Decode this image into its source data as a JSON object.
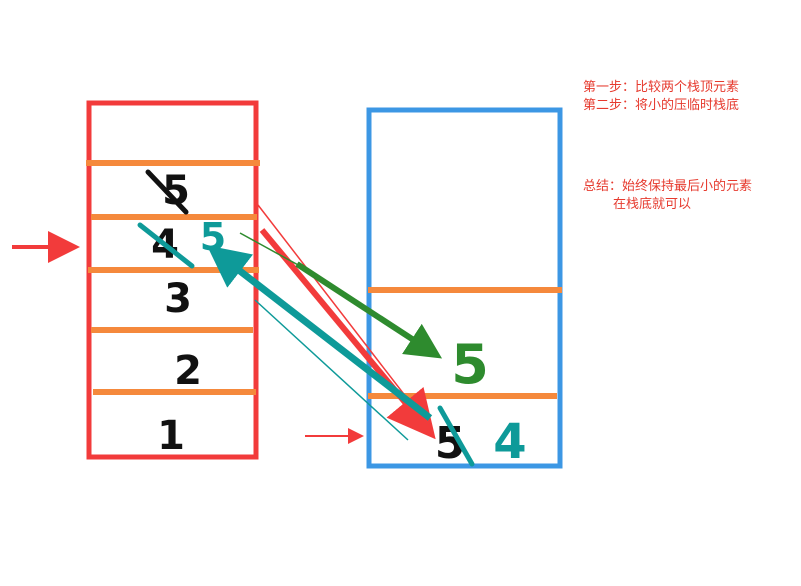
{
  "notes": {
    "step1": "第一步：比较两个栈顶元素",
    "step2": "第二步：将小的压临时栈底",
    "summary_line1": "总结：始终保持最后小的元素",
    "summary_line2": "在栈底就可以"
  },
  "left_stack": {
    "slot_labels": [
      "5",
      "4",
      "3",
      "2",
      "1"
    ],
    "struck_top_label": "5",
    "struck_label": "4",
    "moved_in_label": "5"
  },
  "right_stack": {
    "bottom_struck_label": "5",
    "bottom_label": "4",
    "upper_label": "5"
  },
  "colors": {
    "left_stack": "#f23b3b",
    "right_stack": "#3c97e4",
    "dividers": "#f5893c",
    "arrow_red": "#f23b3b",
    "arrow_green": "#2e8b2e",
    "arrow_teal": "#0e9a99",
    "ink_black": "#111111"
  }
}
